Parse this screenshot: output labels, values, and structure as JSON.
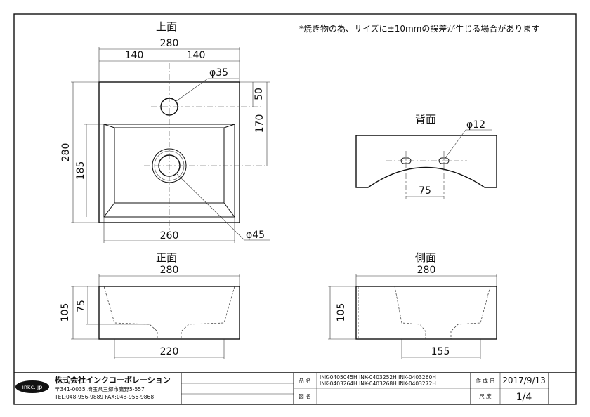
{
  "note": "*焼き物の為、サイズに±10mmの誤差が生じる場合があります",
  "views": {
    "top": {
      "title": "上面",
      "dims": {
        "overall_width": "280",
        "half_left": "140",
        "half_right": "140",
        "hole_small": "φ35",
        "hole_offset": "50",
        "hole_to_drain": "170",
        "overall_depth": "280",
        "bowl_depth": "185",
        "bowl_width": "260",
        "drain": "φ45"
      }
    },
    "back": {
      "title": "背面",
      "dims": {
        "hole": "φ12",
        "spacing": "75"
      }
    },
    "front": {
      "title": "正面",
      "dims": {
        "width": "280",
        "height": "105",
        "bowl_height": "75",
        "bottom_width": "220"
      }
    },
    "side": {
      "title": "側面",
      "dims": {
        "width": "280",
        "height": "105",
        "bottom_width": "155"
      }
    }
  },
  "title_block": {
    "logo": "inkc. jp",
    "company": "株式会社インクコーポレーション",
    "address": "〒341-0035 埼玉県三郷市鷹野5-557",
    "contact": "TEL:048-956-9889  FAX:048-956-9868",
    "product_label": "品 名",
    "product_line1": "INK-0405045H  INK-0403252H  INK-0403260H",
    "product_line2": "INK-0403264H  INK-0403268H  INK-0403272H",
    "drawing_label": "図 名",
    "date_label": "作 成 日",
    "date": "2017/9/13",
    "scale_label": "尺 度",
    "scale": "1/4"
  }
}
